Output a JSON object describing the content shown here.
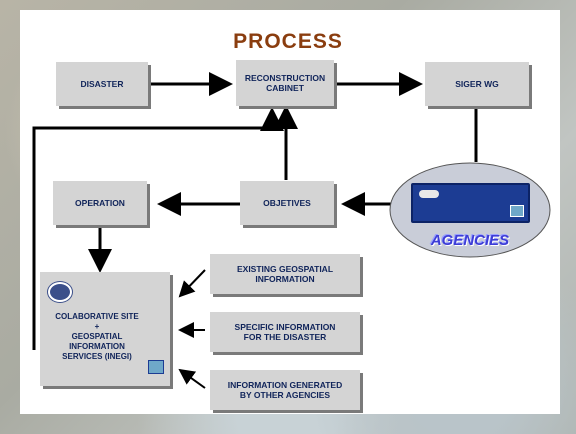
{
  "title": "PROCESS",
  "nodes": {
    "disaster": "DISASTER",
    "reconstruction": "RECONSTRUCTION\nCABINET",
    "siger": "SIGER WG",
    "operation": "OPERATION",
    "objetives": "OBJETIVES",
    "collab": "COLABORATIVE SITE\n+\nGEOSPATIAL\nINFORMATION\nSERVICES (INEGI)",
    "existing": "EXISTING GEOSPATIAL\nINFORMATION",
    "specific": "SPECIFIC INFORMATION\nFOR THE DISASTER",
    "generated": "INFORMATION GENERATED\nBY OTHER AGENCIES",
    "agencies": "AGENCIES"
  },
  "colors": {
    "title": "#8a3d0f",
    "box_text": "#10245a",
    "box_fill": "#d4d4d4",
    "arrow": "#000000",
    "ellipse": "#c9cdd8"
  },
  "icons": [
    "inegi-logo-icon",
    "agencies-window-icon"
  ]
}
